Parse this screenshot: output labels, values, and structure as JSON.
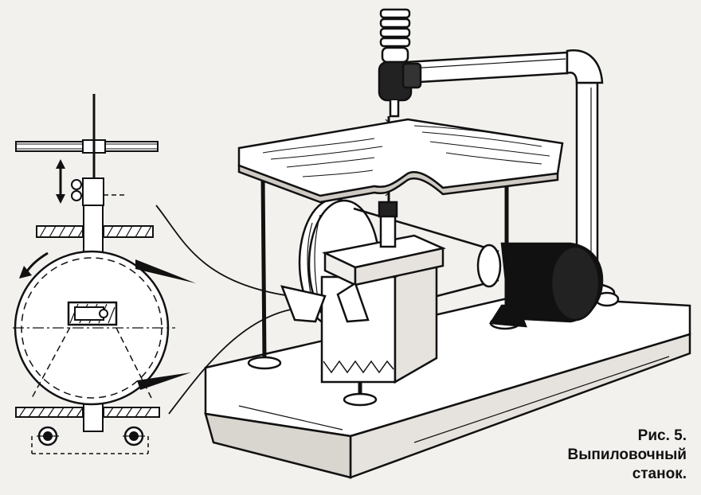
{
  "caption": {
    "figure_number": "Рис. 5.",
    "line_1": "Выпиловочный",
    "line_2": "станок."
  },
  "colors": {
    "ink": "#111111",
    "paper": "#f3f1ee"
  }
}
